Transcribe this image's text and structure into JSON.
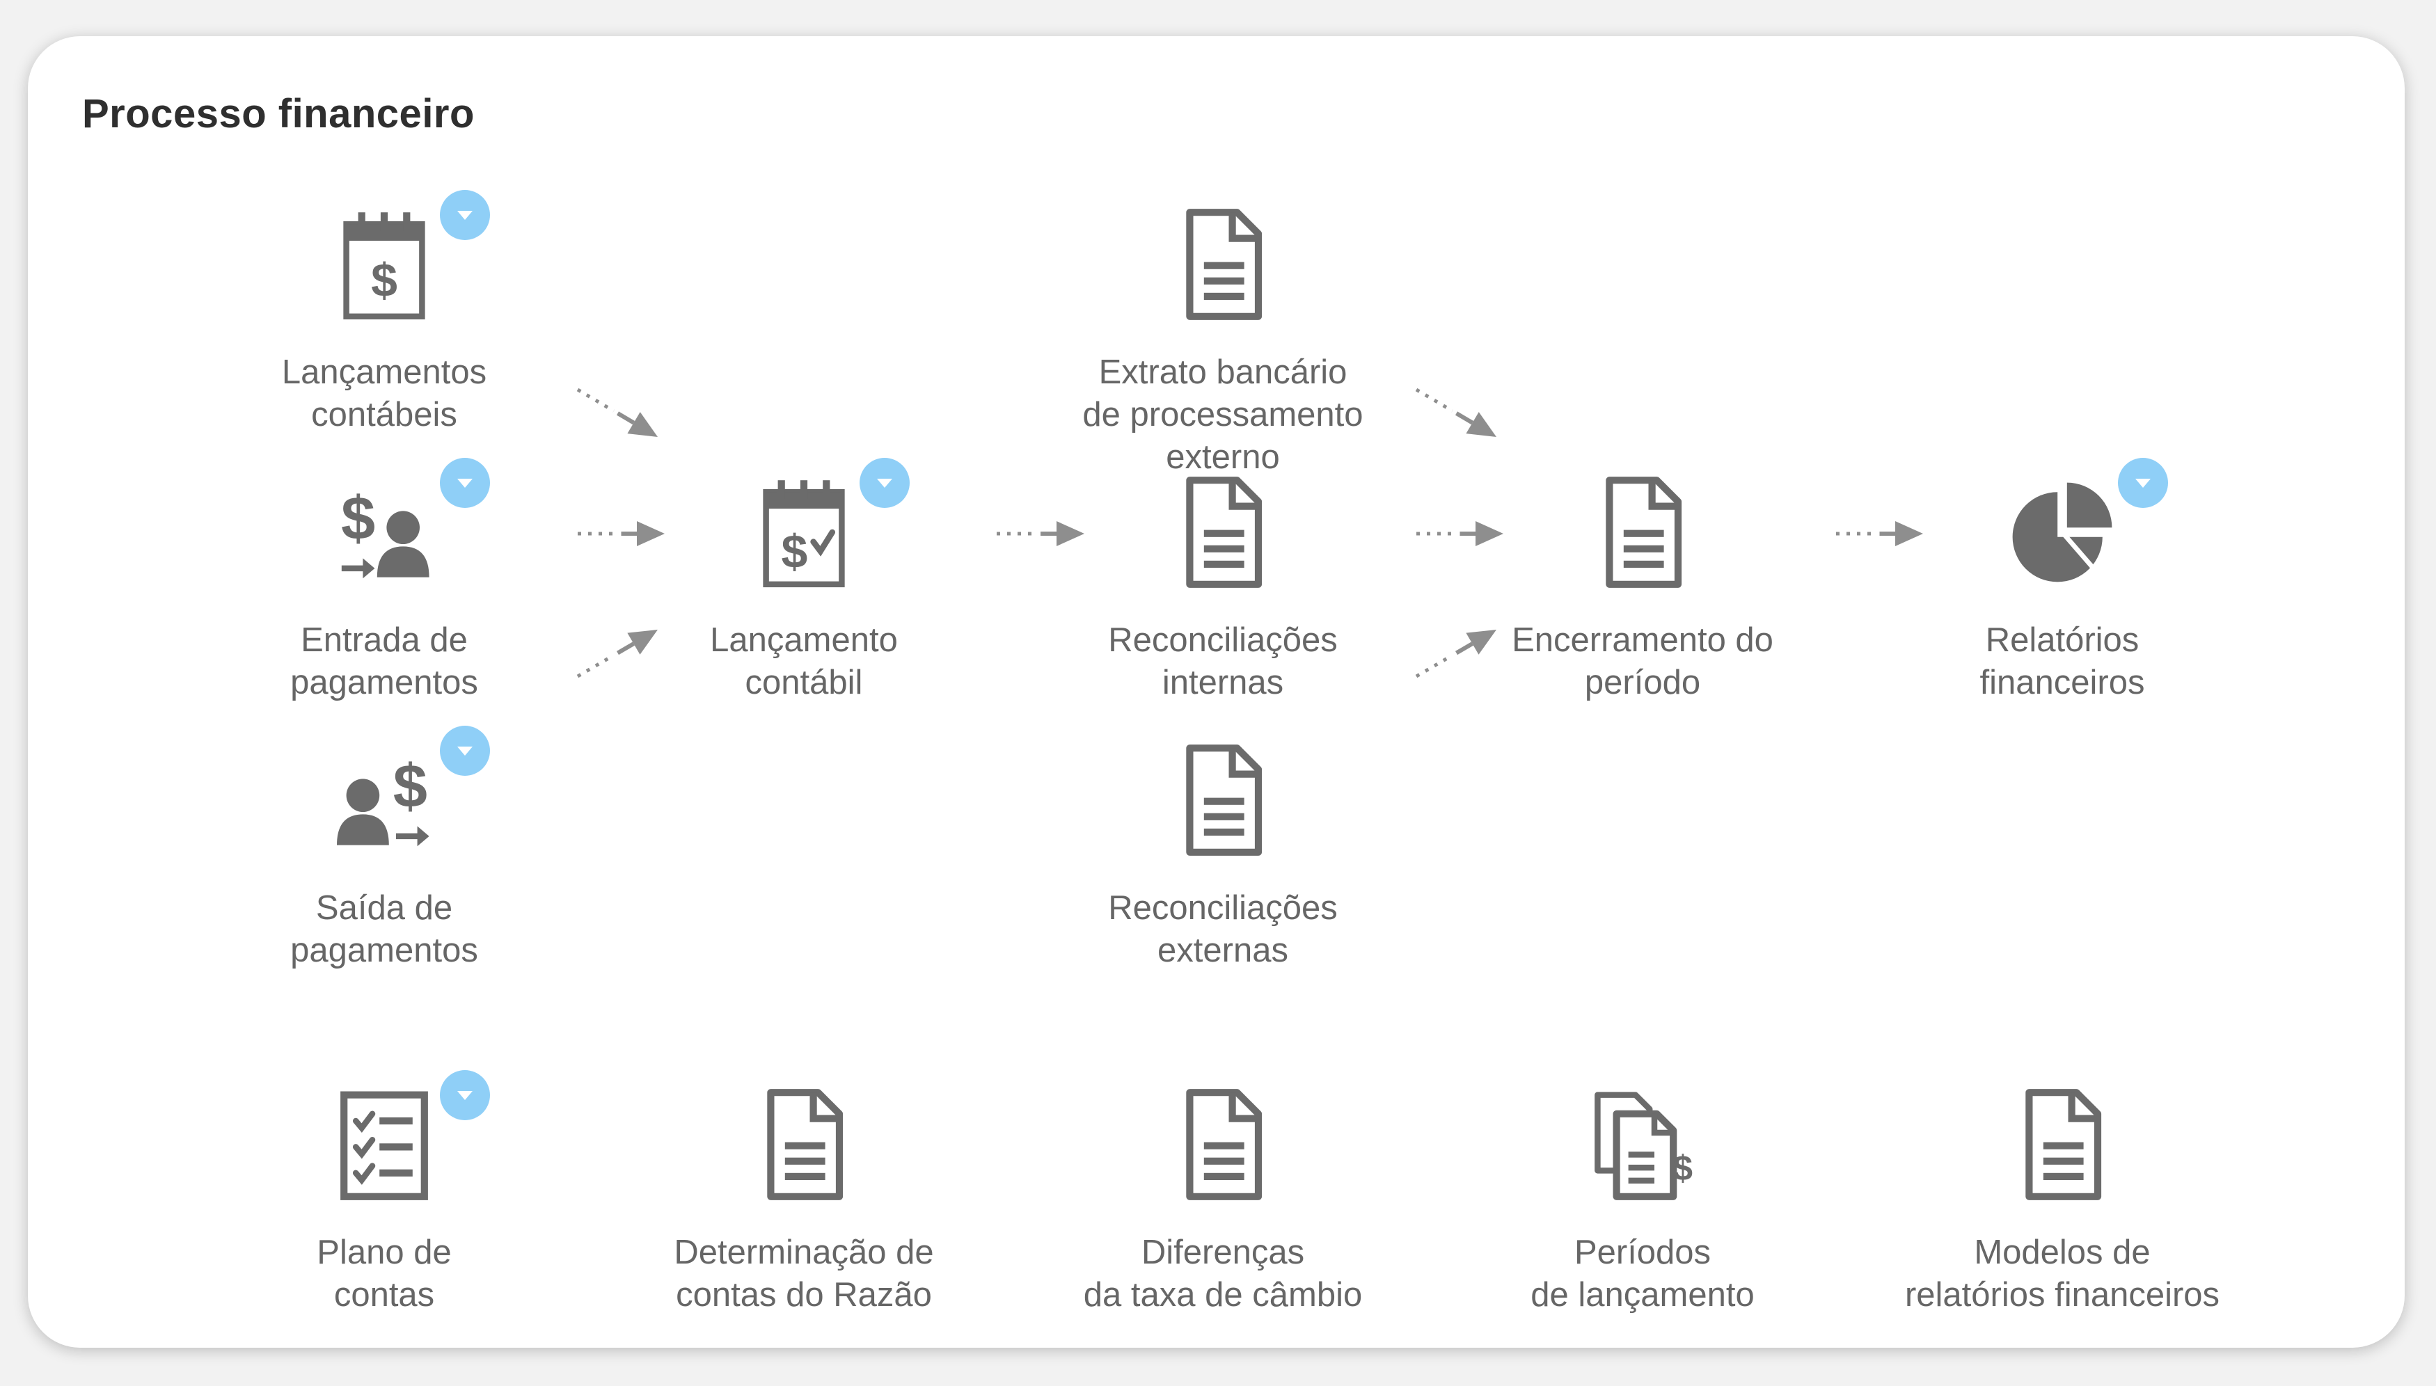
{
  "title": "Processo financeiro",
  "colors": {
    "icon": "#6b6b6b",
    "label": "#666666",
    "arrow": "#8e8e8e",
    "dropdown": "#8fcff7"
  },
  "nodes": {
    "lancamentos_contabeis": {
      "label": "Lançamentos\ncontábeis",
      "icon": "calendar-dollar-icon"
    },
    "entrada_pagamentos": {
      "label": "Entrada de\npagamentos",
      "icon": "incoming-payment-icon"
    },
    "saida_pagamentos": {
      "label": "Saída de\npagamentos",
      "icon": "outgoing-payment-icon"
    },
    "lancamento_contabil": {
      "label": "Lançamento\ncontábil",
      "icon": "calendar-dollar-check-icon"
    },
    "extrato_bancario": {
      "label": "Extrato bancário\nde processamento externo",
      "icon": "document-icon"
    },
    "reconciliacoes_internas": {
      "label": "Reconciliações\ninternas",
      "icon": "document-icon"
    },
    "reconciliacoes_externas": {
      "label": "Reconciliações\nexternas",
      "icon": "document-icon"
    },
    "encerramento_periodo": {
      "label": "Encerramento do\nperíodo",
      "icon": "document-icon"
    },
    "relatorios_financeiros": {
      "label": "Relatórios\nfinanceiros",
      "icon": "pie-chart-icon"
    },
    "plano_contas": {
      "label": "Plano de\ncontas",
      "icon": "checklist-icon"
    },
    "determinacao_contas": {
      "label": "Determinação de\ncontas do Razão",
      "icon": "document-icon"
    },
    "diferencas_cambio": {
      "label": "Diferenças\nda taxa de câmbio",
      "icon": "document-icon"
    },
    "periodos_lancamento": {
      "label": "Períodos\nde lançamento",
      "icon": "documents-dollar-icon"
    },
    "modelos_relatorios": {
      "label": "Modelos de\nrelatórios financeiros",
      "icon": "document-icon"
    }
  }
}
